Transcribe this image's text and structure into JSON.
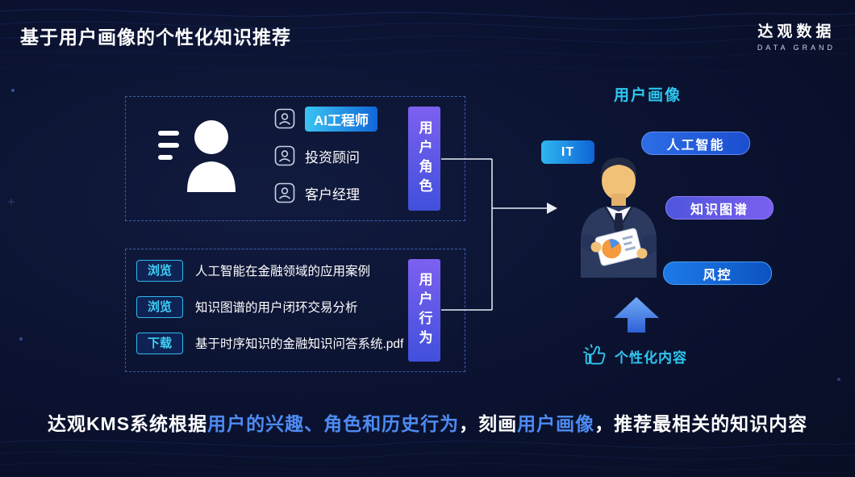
{
  "header": {
    "title": "基于用户画像的个性化知识推荐",
    "logo_cn": "达观数据",
    "logo_en": "DATA GRAND"
  },
  "roles_box": {
    "bar_label": "用户角色",
    "items": [
      {
        "label": "AI工程师",
        "highlighted": true
      },
      {
        "label": "投资顾问",
        "highlighted": false
      },
      {
        "label": "客户经理",
        "highlighted": false
      }
    ]
  },
  "behavior_box": {
    "bar_label": "用户行为",
    "items": [
      {
        "action": "浏览",
        "title": "人工智能在金融领域的应用案例"
      },
      {
        "action": "浏览",
        "title": "知识图谱的用户闭环交易分析"
      },
      {
        "action": "下载",
        "title": "基于时序知识的金融知识问答系统.pdf"
      }
    ]
  },
  "profile": {
    "label": "用户画像",
    "tags": [
      {
        "label": "IT"
      },
      {
        "label": "人工智能"
      },
      {
        "label": "知识图谱"
      },
      {
        "label": "风控"
      }
    ],
    "personalized_label": "个性化内容"
  },
  "bottom": {
    "p1": "达观KMS系统根据",
    "p2": "用户的兴趣、角色和历史行为",
    "p3": "，刻画",
    "p4": "用户画像",
    "p5": "，推荐最相关的知识内容"
  },
  "colors": {
    "background": "#0b1230",
    "accent_cyan": "#2fc7f0",
    "accent_blue": "#4d8bf2",
    "dashed_border": "#3c5cae",
    "vbar_gradient_top": "#7d60f0",
    "vbar_gradient_bottom": "#4050dc",
    "highlight_gradient_left": "#3ac4f2",
    "highlight_gradient_right": "#1266d8"
  }
}
